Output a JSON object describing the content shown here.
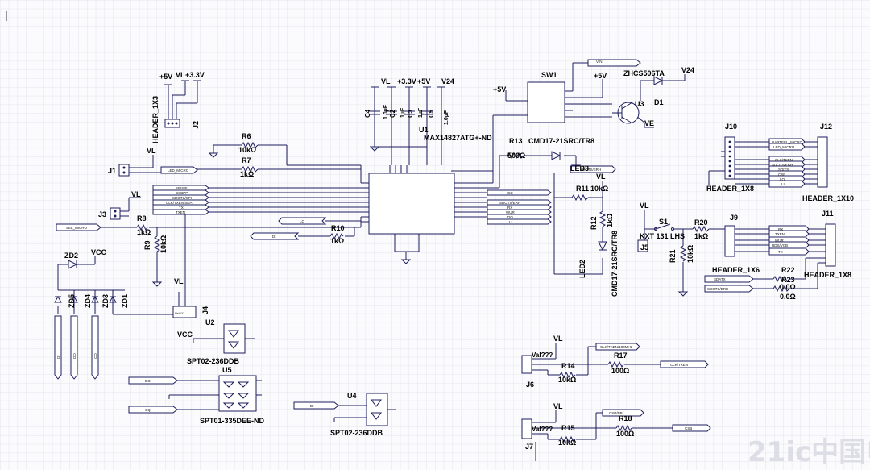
{
  "labels": {
    "p5v_a": "+5V",
    "vl_a": "VL",
    "p33_a": "+3.3V",
    "header_1x3": "HEADER_1X3",
    "j2": "J2",
    "vl_b": "VL",
    "p33_b": "+3.3V",
    "p5v_b": "+5V",
    "v24_a": "V24",
    "c4": "C4",
    "c2": "C2",
    "c3": "C3",
    "c5": "C5",
    "c4v": "1.0µF",
    "c2v": "1µF",
    "c3v": "1µF",
    "c5v": "1.0µF",
    "u1": "U1",
    "max": "MAX14827ATG+-ND",
    "sw1": "SW1",
    "p5v_c": "+5V",
    "p5v_d": "+5V",
    "zhcs": "ZHCS506TA",
    "v24_b": "V24",
    "d1": "D1",
    "u3": "U3",
    "ve": "VE",
    "r6": "R6",
    "r6v": "10kΩ",
    "r7": "R7",
    "r7v": "1kΩ",
    "vl_c": "VL",
    "j1": "J1",
    "vl_d": "VL",
    "j3": "J3",
    "r8": "R8",
    "r8v": "1kΩ",
    "r9": "R9",
    "r9v": "10kΩ",
    "r10": "R10",
    "r10v": "1kΩ",
    "r13": "R13",
    "r13v": "500Ω",
    "cmd1": "CMD17-21SRC/TR8",
    "led3": "LED3",
    "r11": "R11",
    "r11v": "10kΩ",
    "vl_e": "VL",
    "r12": "R12",
    "r12v": "1kΩ",
    "led2": "LED2",
    "cmd2": "CMD17-21SRC/TR8",
    "vl_f": "VL",
    "s1": "S1",
    "kxt": "KXT 131 LHS",
    "j5": "J5",
    "r20": "R20",
    "r20v": "1kΩ",
    "r21": "R21",
    "r21v": "10kΩ",
    "j10": "J10",
    "header_1x8_a": "HEADER_1X8",
    "j12": "J12",
    "header_1x10": "HEADER_1X10",
    "j9": "J9",
    "header_1x6": "HEADER_1X6",
    "j11": "J11",
    "header_1x8_b": "HEADER_1X8",
    "r22": "R22",
    "r23": "R23",
    "r22v": "0.0Ω",
    "r23v": "0.0Ω",
    "zd2": "ZD2",
    "vcc_a": "VCC",
    "zd5": "ZD5",
    "zd4": "ZD4",
    "zd3": "ZD3",
    "zd1": "ZD1",
    "vl_g": "VL",
    "j4": "J4",
    "val_j4": "Val???",
    "u2": "U2",
    "vcc_b": "VCC",
    "spt02a": "SPT02-236DDB",
    "u5": "U5",
    "spt01": "SPT01-335DEE-ND",
    "u4": "U4",
    "spt02b": "SPT02-236DDB",
    "vl_h": "VL",
    "val_j6": "Val???",
    "r14": "R14",
    "r14v": "10kΩ",
    "r17": "R17",
    "r17v": "100Ω",
    "j6": "J6",
    "vl_i": "VL",
    "val_j7": "Val???",
    "r15": "R15",
    "r15v": "10kΩ",
    "r18": "R18",
    "r18v": "100Ω",
    "j7": "J7",
    "watermark": "21ic中国电子网"
  },
  "nets": {
    "led_micro": "LED_MICRO",
    "sel_micro": "SEL_MICRO",
    "lo": "LO",
    "di": "DI",
    "cq_a": "CQ",
    "sdo": "SDOTS/ERH",
    "rx": "RX",
    "wur": "WUR",
    "do_a": "DO",
    "li": "LI",
    "n1": "SPISPI",
    "n2": "CSBPP",
    "n3": "SDOTS/SPI",
    "n4": "CLK/TXEN/SDA",
    "n5": "TX",
    "n6": "TXEN",
    "do_b": "DO",
    "cq_b": "CQ",
    "di_b": "DI",
    "clk_txen": "CLK/TXEN/100MHz",
    "clk_txen2": "CLK/TXEN",
    "csb": "CSB/PP",
    "cs_net": "CSB",
    "sdatx": "SDATX",
    "sdo2": "SDOTS/ERH",
    "vin": "VIN",
    "j12_1": "UARTEEL_MICRO",
    "j12_2": "LED_MICRO",
    "j12_3": "CLK/TXEN",
    "j12_4": "SDOTS/ERH",
    "j12_5": "SDITS",
    "j12_6": "CSB",
    "j12_7": "LO",
    "j12_8": "LI",
    "j11_1": "RX",
    "j11_2": "TXEN",
    "j11_3": "WUR",
    "j11_4": "RDS/VCB",
    "j11_5": "TX",
    "zd_1": "DI",
    "zd_2": "DO",
    "zd_3": "CQ"
  }
}
